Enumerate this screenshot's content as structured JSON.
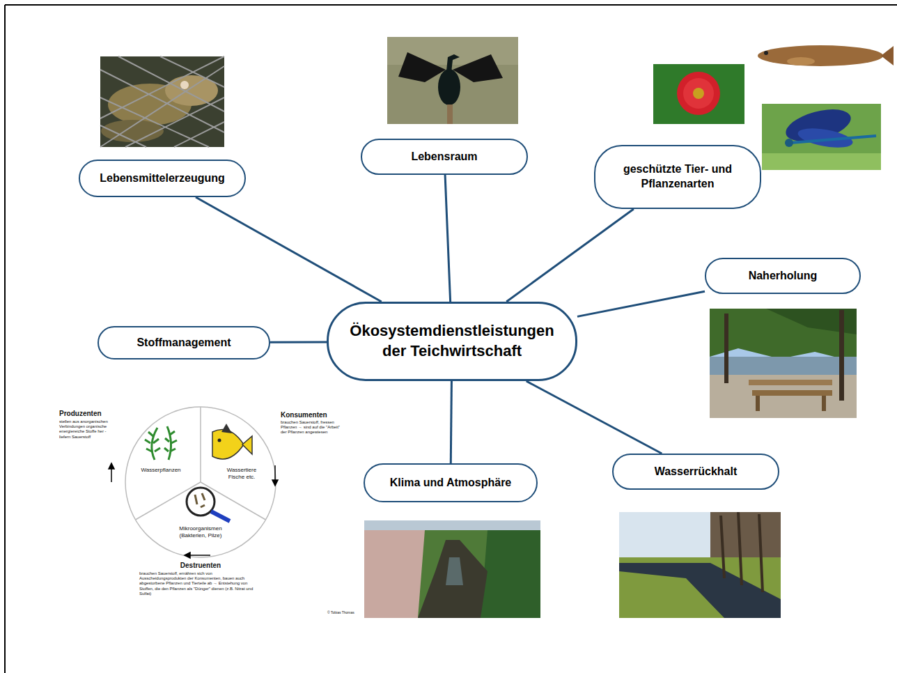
{
  "diagram": {
    "nodes": [
      {
        "text": [
          "Lebensmittelerzeugung"
        ]
      },
      {
        "text": [
          "Lebensraum"
        ]
      },
      {
        "text": [
          "geschützte Tier- und Pflanzenarten"
        ]
      },
      {
        "text": [
          "Naherholung"
        ]
      },
      {
        "text": [
          "Stoffmanagement"
        ]
      },
      {
        "text": [
          "Ökosystemdienstleistungen der Teichwirtschaft"
        ]
      },
      {
        "text": [
          "Klima und Atmosphäre"
        ]
      },
      {
        "text": [
          "Wasserrückhalt"
        ]
      }
    ],
    "edges": [
      {
        "from": 5,
        "to": 0,
        "arrow": "none"
      },
      {
        "from": 5,
        "to": 1,
        "arrow": "none"
      },
      {
        "from": 5,
        "to": 2,
        "arrow": "none"
      },
      {
        "from": 5,
        "to": 3,
        "arrow": "none"
      },
      {
        "from": 5,
        "to": 4,
        "arrow": "none"
      },
      {
        "from": 5,
        "to": 6,
        "arrow": "none"
      },
      {
        "from": 5,
        "to": 7,
        "arrow": "none"
      }
    ],
    "labels": [
      "Produzenten",
      "stellen aus anorganischen Verbindungen organische energiereiche Stoffe her - liefern Sauerstoff",
      "Konsumenten",
      "brauchen Sauerstoff, fressen Pflanzen → sind auf die \"Arbeit\" der Pflanzen angewiesen",
      "Wasserpflanzen",
      "Wassertiere Fische etc.",
      "Mikroorganismen (Bakterien, Pilze)",
      "Destruenten",
      "brauchen Sauerstoff, ernähren sich von Ausscheidungsprodukten der Konsumenten, bauen auch abgestorbene Pflanzen und Tierteile ab → Entstehung von Stoffen, die den Pflanzen als \"Dünger\" dienen (z.B. Nitrat und Sulfat)",
      "© Tobias Thomas"
    ]
  }
}
